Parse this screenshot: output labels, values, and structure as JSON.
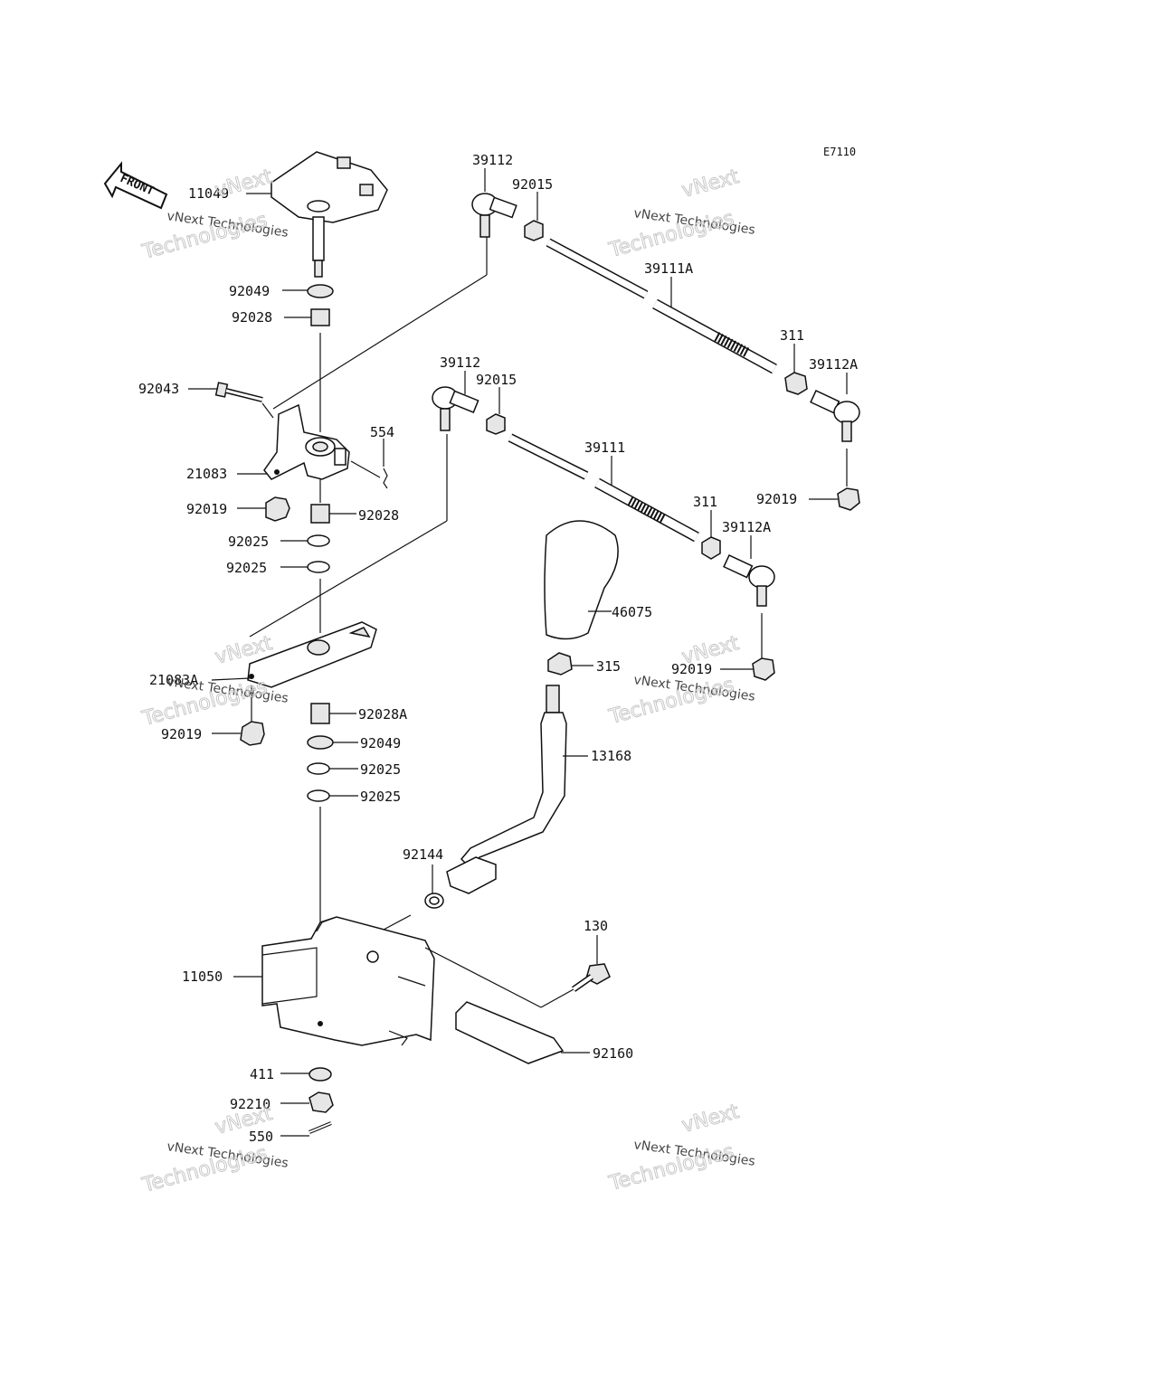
{
  "diagram_code": "E7110",
  "front_label": "FRONT",
  "watermark": {
    "line1": "vNext",
    "line2": "vNext Technologies",
    "line3": "Technologies"
  },
  "labels": {
    "p11049": "11049",
    "p92049a": "92049",
    "p92028a": "92028",
    "p92043": "92043",
    "p21083": "21083",
    "p554": "554",
    "p92019a": "92019",
    "p92028b": "92028",
    "p92025a": "92025",
    "p92025b": "92025",
    "p21083A": "21083A",
    "p92019b": "92019",
    "p92028A": "92028A",
    "p92049b": "92049",
    "p92025c": "92025",
    "p92025d": "92025",
    "p39112a": "39112",
    "p92015a": "92015",
    "p39111A": "39111A",
    "p311a": "311",
    "p39112Aa": "39112A",
    "p92019c": "92019",
    "p39112b": "39112",
    "p92015b": "92015",
    "p39111": "39111",
    "p311b": "311",
    "p39112Ab": "39112A",
    "p46075": "46075",
    "p315": "315",
    "p92019d": "92019",
    "p13168": "13168",
    "p92144": "92144",
    "p130": "130",
    "p11050": "11050",
    "p92160": "92160",
    "p411": "411",
    "p92210": "92210",
    "p550": "550"
  }
}
